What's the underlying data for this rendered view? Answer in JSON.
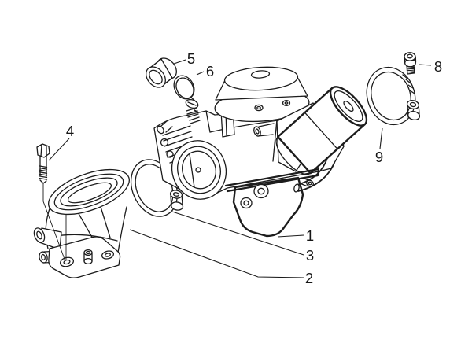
{
  "colors": {
    "background": "#ffffff",
    "line": "#1c1c1c",
    "label": "#161616"
  },
  "callouts": [
    {
      "label": "1"
    },
    {
      "label": "2"
    },
    {
      "label": "3"
    },
    {
      "label": "4"
    },
    {
      "label": "5"
    },
    {
      "label": "6"
    },
    {
      "label": "8"
    },
    {
      "label": "9"
    }
  ]
}
